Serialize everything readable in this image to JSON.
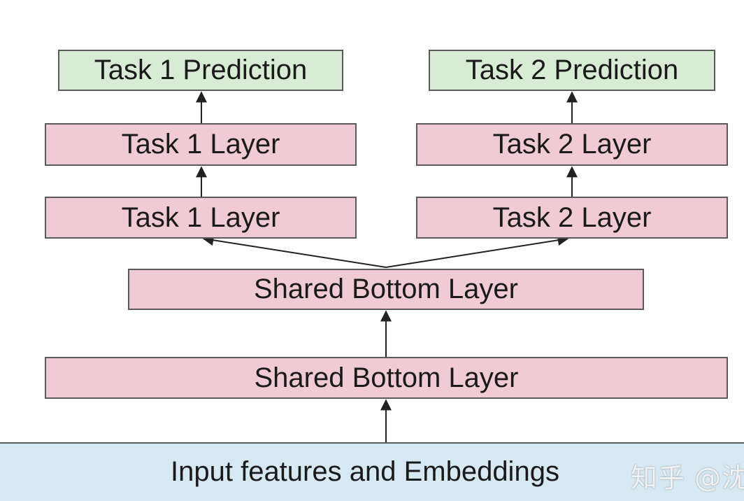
{
  "diagram": {
    "task1_prediction": "Task 1 Prediction",
    "task2_prediction": "Task 2 Prediction",
    "task1_layer_top": "Task 1 Layer",
    "task2_layer_top": "Task 2 Layer",
    "task1_layer_bottom": "Task 1 Layer",
    "task2_layer_bottom": "Task 2 Layer",
    "shared_bottom_upper": "Shared Bottom Layer",
    "shared_bottom_lower": "Shared Bottom Layer",
    "input": "Input features and Embeddings"
  },
  "watermark": "知乎 @沈",
  "colors": {
    "prediction_fill": "#d8ebd4",
    "layer_fill": "#f0cbd6",
    "input_fill": "#d6e8f2",
    "border": "#5a5a5a"
  }
}
